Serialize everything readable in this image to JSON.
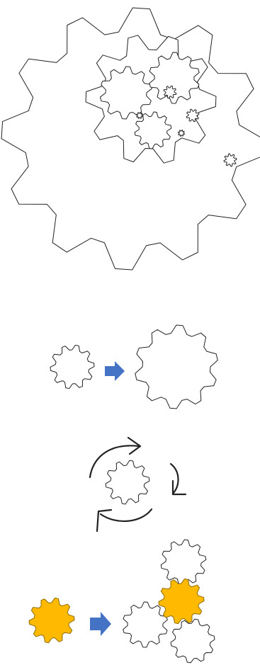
{
  "colors": {
    "background": "#ffffff",
    "gear_stroke": "#222222",
    "gear_fill": "#ffffff",
    "highlight_gear_fill": "#ffba00",
    "highlight_gear_stroke": "#8a6a00",
    "arrow_fill": "#4472c4",
    "rotate_arrow_stroke": "#222222"
  },
  "sections": {
    "nested_gears": {
      "large_gear": {
        "teeth": 12
      },
      "medium_gear": {
        "teeth": 10
      },
      "small_gears": [
        {
          "name": "small-gear-left",
          "teeth": 10
        },
        {
          "name": "small-gear-top-right",
          "teeth": 10
        },
        {
          "name": "small-gear-bottom",
          "teeth": 10
        }
      ],
      "tiny_gears": [
        {
          "name": "tiny-gear-1",
          "teeth": 8
        },
        {
          "name": "tiny-gear-2",
          "teeth": 8
        },
        {
          "name": "tiny-gear-3",
          "teeth": 8
        },
        {
          "name": "tiny-gear-4",
          "teeth": 8
        },
        {
          "name": "tiny-gear-5",
          "teeth": 8
        }
      ]
    },
    "growth": {
      "from_teeth": 10,
      "to_teeth": 10,
      "arrow_icon": "right-arrow-icon"
    },
    "rotation": {
      "gear_teeth": 10,
      "arrow_icons": [
        "curved-arrow-top-icon",
        "curved-arrow-right-icon",
        "curved-arrow-bottom-icon"
      ]
    },
    "multiplication": {
      "source_gear_teeth": 10,
      "arrow_icon": "right-arrow-icon",
      "cluster_gears": [
        {
          "name": "cluster-gear-top",
          "highlight": false
        },
        {
          "name": "cluster-gear-center",
          "highlight": true
        },
        {
          "name": "cluster-gear-left",
          "highlight": false
        },
        {
          "name": "cluster-gear-bottom",
          "highlight": false
        }
      ]
    }
  }
}
